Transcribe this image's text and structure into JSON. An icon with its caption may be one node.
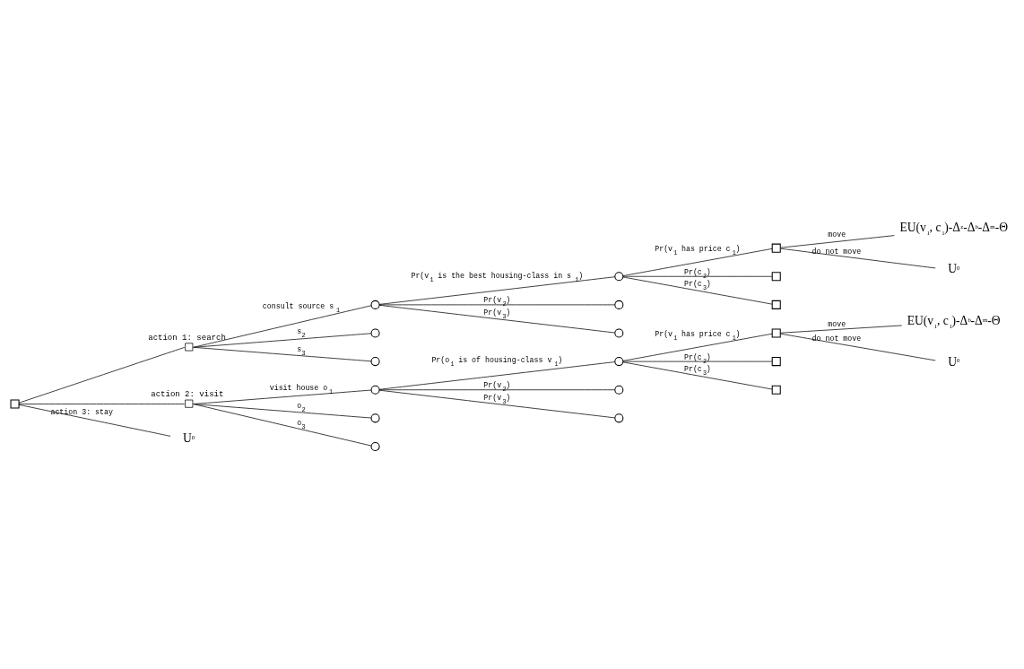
{
  "diagram": {
    "nodes": [
      {
        "text": [],
        "shape": "box"
      },
      {
        "text": [
          "action 1: search"
        ]
      },
      {
        "text": [],
        "shape": "circle"
      },
      {
        "text": [],
        "shape": "circle"
      },
      {
        "text": [],
        "shape": "circle"
      },
      {
        "text": [],
        "shape": "circle"
      },
      {
        "text": [],
        "shape": "circle"
      },
      {
        "text": [],
        "shape": "circle"
      },
      {
        "text": [],
        "shape": "box"
      },
      {
        "text": [],
        "shape": "box"
      },
      {
        "text": [],
        "shape": "box"
      },
      {
        "text": [
          "EU(v$_{1}$, c$_{1}$)-Δ$^{z}$-Δ$^{b}$-Δ$^{m}$-Θ"
        ]
      },
      {
        "text": [
          "U$^{0}$"
        ]
      },
      {
        "text": [
          "action 2: visit"
        ]
      },
      {
        "text": [],
        "shape": "circle"
      },
      {
        "text": [],
        "shape": "circle"
      },
      {
        "text": [],
        "shape": "circle"
      },
      {
        "text": [],
        "shape": "circle"
      },
      {
        "text": [],
        "shape": "circle"
      },
      {
        "text": [],
        "shape": "circle"
      },
      {
        "text": [],
        "shape": "box"
      },
      {
        "text": [],
        "shape": "box"
      },
      {
        "text": [],
        "shape": "box"
      },
      {
        "text": [
          "EU(v$_{1}$, c$_{1}$)-Δ$^{b}$-Δ$^{m}$-Θ"
        ]
      },
      {
        "text": [
          "U$^{0}$"
        ]
      },
      {
        "text": [
          "U$^{0}$"
        ]
      }
    ],
    "edges": [
      {
        "from": 0,
        "to": 1,
        "arrow": "none"
      },
      {
        "from": 1,
        "to": 2,
        "arrow": "none",
        "label": "consult source s$_{1}$"
      },
      {
        "from": 1,
        "to": 3,
        "arrow": "none",
        "label": "s$_{2}$"
      },
      {
        "from": 1,
        "to": 4,
        "arrow": "none",
        "label": "s$_{3}$"
      },
      {
        "from": 2,
        "to": 5,
        "arrow": "none",
        "label": "Pr(v$_{1}$ is the best housing-class in s$_{1}$)"
      },
      {
        "from": 2,
        "to": 6,
        "arrow": "none",
        "label": "Pr(v$_{2}$)"
      },
      {
        "from": 2,
        "to": 7,
        "arrow": "none",
        "label": "Pr(v$_{3}$)"
      },
      {
        "from": 5,
        "to": 8,
        "arrow": "none",
        "label": "Pr(v$_{1}$ has price c$_{1}$)"
      },
      {
        "from": 5,
        "to": 9,
        "arrow": "none",
        "label": "Pr(c$_{2}$)"
      },
      {
        "from": 5,
        "to": 10,
        "arrow": "none",
        "label": "Pr(c$_{3}$)"
      },
      {
        "from": 8,
        "to": 11,
        "arrow": "none",
        "label": "move"
      },
      {
        "from": 8,
        "to": 12,
        "arrow": "none",
        "label": "do not move"
      },
      {
        "from": 0,
        "to": 13,
        "arrow": "none"
      },
      {
        "from": 13,
        "to": 14,
        "arrow": "none",
        "label": "visit house o$_{1}$"
      },
      {
        "from": 13,
        "to": 15,
        "arrow": "none",
        "label": "o$_{2}$"
      },
      {
        "from": 13,
        "to": 16,
        "arrow": "none",
        "label": "o$_{3}$"
      },
      {
        "from": 14,
        "to": 17,
        "arrow": "none",
        "label": "Pr(o$_{1}$ is of housing-class v$_{1}$)"
      },
      {
        "from": 14,
        "to": 18,
        "arrow": "none",
        "label": "Pr(v$_{2}$)"
      },
      {
        "from": 14,
        "to": 19,
        "arrow": "none",
        "label": "Pr(v$_{3}$)"
      },
      {
        "from": 17,
        "to": 20,
        "arrow": "none",
        "label": "Pr(v$_{1}$ has price c$_{1}$)"
      },
      {
        "from": 17,
        "to": 21,
        "arrow": "none",
        "label": "Pr(c$_{2}$)"
      },
      {
        "from": 17,
        "to": 22,
        "arrow": "none",
        "label": "Pr(c$_{3}$)"
      },
      {
        "from": 20,
        "to": 23,
        "arrow": "none",
        "label": "move"
      },
      {
        "from": 20,
        "to": 24,
        "arrow": "none",
        "label": "do not move"
      },
      {
        "from": 0,
        "to": 25,
        "arrow": "none",
        "label": "action 3: stay"
      }
    ]
  }
}
